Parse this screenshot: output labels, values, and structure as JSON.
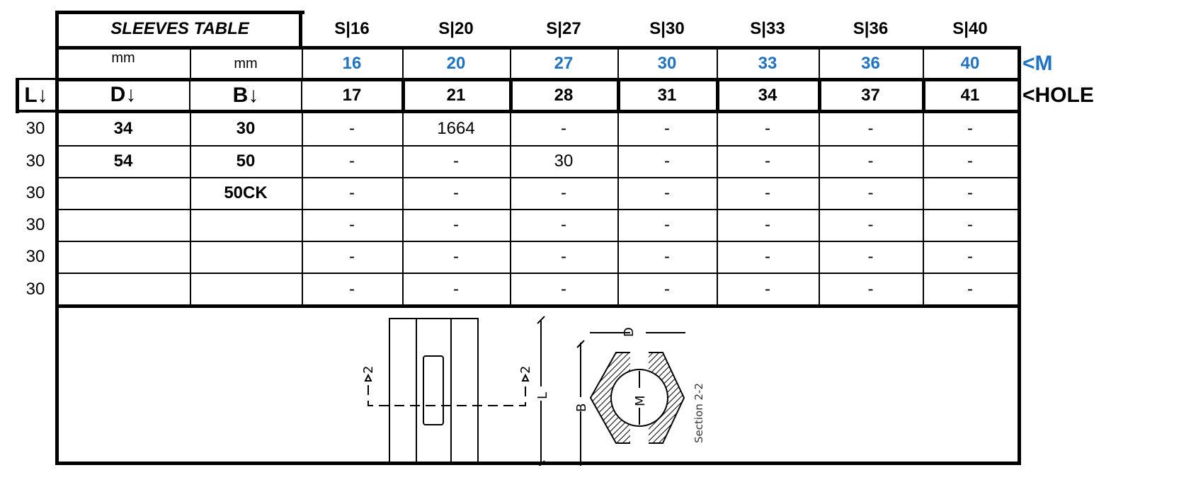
{
  "title": "SLEEVES TABLE",
  "sizes": [
    {
      "label": "S|16",
      "m": "16",
      "hole": "17"
    },
    {
      "label": "S|20",
      "m": "20",
      "hole": "21"
    },
    {
      "label": "S|27",
      "m": "27",
      "hole": "28"
    },
    {
      "label": "S|30",
      "m": "30",
      "hole": "31"
    },
    {
      "label": "S|33",
      "m": "33",
      "hole": "34"
    },
    {
      "label": "S|36",
      "m": "36",
      "hole": "37"
    },
    {
      "label": "S|40",
      "m": "40",
      "hole": "41"
    }
  ],
  "units": {
    "d": "mm",
    "b": "mm"
  },
  "headers": {
    "l": "L↓",
    "d": "D↓",
    "b": "B↓"
  },
  "row_labels": {
    "m": "<M",
    "hole": "<HOLE"
  },
  "rows": [
    {
      "l": "30",
      "d": "34",
      "b": "30",
      "values": [
        "-",
        "1664",
        "-",
        "-",
        "-",
        "-",
        "-"
      ]
    },
    {
      "l": "30",
      "d": "54",
      "b": "50",
      "values": [
        "-",
        "-",
        "30",
        "-",
        "-",
        "-",
        "-"
      ]
    },
    {
      "l": "30",
      "d": "",
      "b": "50CK",
      "values": [
        "-",
        "-",
        "-",
        "-",
        "-",
        "-",
        "-"
      ]
    },
    {
      "l": "30",
      "d": "",
      "b": "",
      "values": [
        "-",
        "-",
        "-",
        "-",
        "-",
        "-",
        "-"
      ]
    },
    {
      "l": "30",
      "d": "",
      "b": "",
      "values": [
        "-",
        "-",
        "-",
        "-",
        "-",
        "-",
        "-"
      ]
    },
    {
      "l": "30",
      "d": "",
      "b": "",
      "values": [
        "-",
        "-",
        "-",
        "-",
        "-",
        "-",
        "-"
      ]
    }
  ],
  "drawing": {
    "section_label": "Section 2-2",
    "dim_l": "L",
    "dim_d": "D",
    "dim_b": "B",
    "dim_m": "M",
    "cut_mark": "2"
  },
  "colors": {
    "accent": "#1f73c2"
  }
}
